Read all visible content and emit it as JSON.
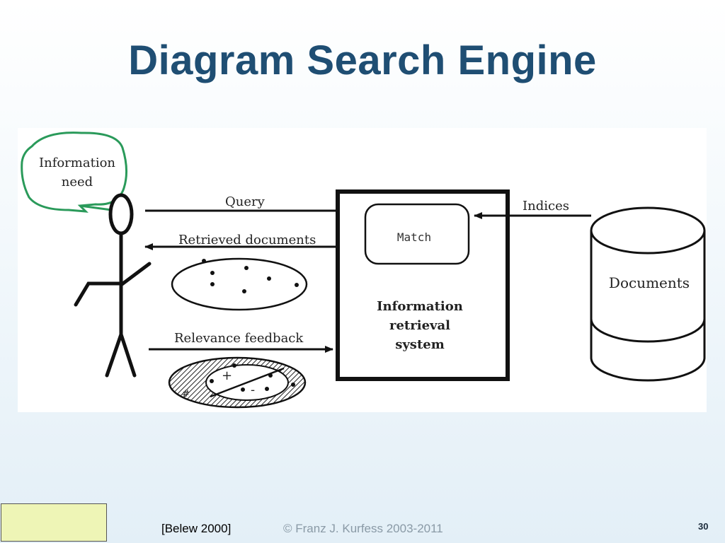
{
  "slide": {
    "title": "Diagram Search Engine",
    "citation": "[Belew 2000]",
    "copyright": "© Franz J. Kurfess 2003-2011",
    "page_number": "30"
  },
  "diagram": {
    "labels": {
      "information_need_line1": "Information",
      "information_need_line2": "need",
      "query": "Query",
      "retrieved_documents": "Retrieved documents",
      "relevance_feedback": "Relevance  feedback",
      "indices": "Indices",
      "match": "Match",
      "system_line1": "Information",
      "system_line2": "retrieval",
      "system_line3": "system",
      "documents": "Documents",
      "plus": "+",
      "minus": "-",
      "hash": "#"
    },
    "colors": {
      "speech_bubble": "#2a9a5a",
      "lines": "#111111"
    }
  }
}
